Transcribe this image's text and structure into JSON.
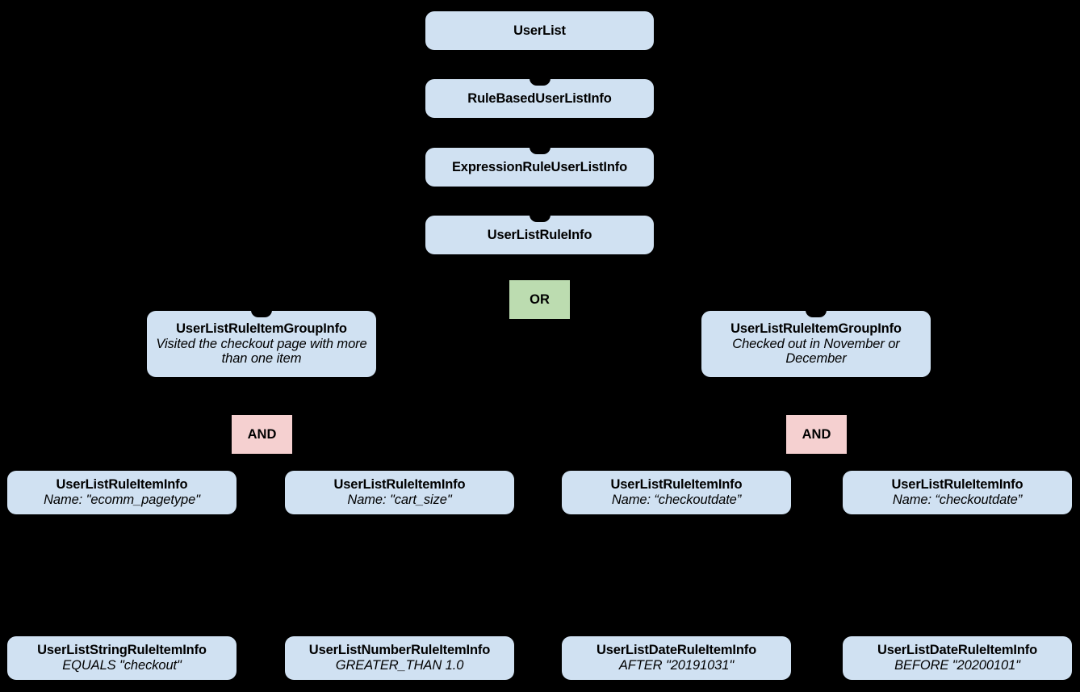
{
  "diagram": {
    "type": "hierarchy-tree",
    "background_color": "#000000",
    "node_fill_color": "#d0e1f2",
    "or_fill_color": "#bcdcb0",
    "and_fill_color": "#f5d0d0",
    "edge_color": "#000000",
    "nodes": [
      {
        "id": "userlist",
        "title": "UserList",
        "subtitle": ""
      },
      {
        "id": "rulebased",
        "title": "RuleBasedUserListInfo",
        "subtitle": ""
      },
      {
        "id": "expressionrule",
        "title": "ExpressionRuleUserListInfo",
        "subtitle": ""
      },
      {
        "id": "userlistrule",
        "title": "UserListRuleInfo",
        "subtitle": ""
      },
      {
        "id": "or",
        "title": "OR",
        "subtitle": ""
      },
      {
        "id": "group-left",
        "title": "UserListRuleItemGroupInfo",
        "subtitle": "Visited the checkout page with more than one item"
      },
      {
        "id": "group-right",
        "title": "UserListRuleItemGroupInfo",
        "subtitle": "Checked out in November or December"
      },
      {
        "id": "and-left",
        "title": "AND",
        "subtitle": ""
      },
      {
        "id": "and-right",
        "title": "AND",
        "subtitle": ""
      },
      {
        "id": "item-1",
        "title": "UserListRuleItemInfo",
        "subtitle": "Name: \"ecomm_pagetype\""
      },
      {
        "id": "item-2",
        "title": "UserListRuleItemInfo",
        "subtitle": "Name: \"cart_size\""
      },
      {
        "id": "item-3",
        "title": "UserListRuleItemInfo",
        "subtitle": "Name: “checkoutdate”"
      },
      {
        "id": "item-4",
        "title": "UserListRuleItemInfo",
        "subtitle": "Name: “checkoutdate”"
      },
      {
        "id": "leaf-1",
        "title": "UserListStringRuleItemInfo",
        "subtitle": "EQUALS \"checkout\""
      },
      {
        "id": "leaf-2",
        "title": "UserListNumberRuleItemInfo",
        "subtitle": "GREATER_THAN 1.0"
      },
      {
        "id": "leaf-3",
        "title": "UserListDateRuleItemInfo",
        "subtitle": "AFTER \"20191031\""
      },
      {
        "id": "leaf-4",
        "title": "UserListDateRuleItemInfo",
        "subtitle": "BEFORE \"20200101\""
      }
    ]
  }
}
